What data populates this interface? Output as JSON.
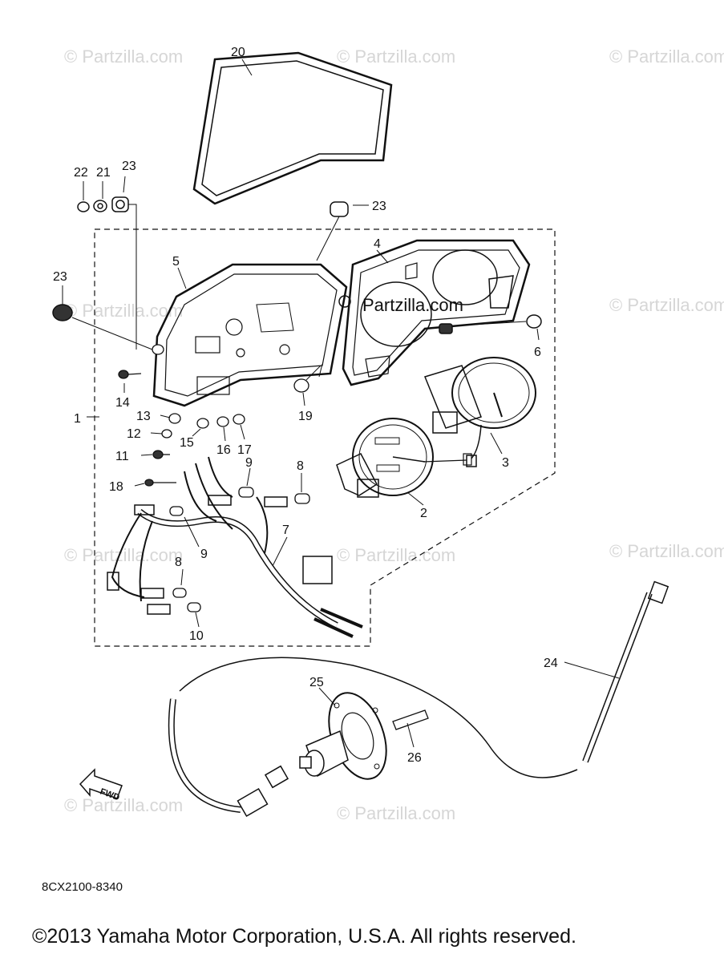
{
  "callouts": {
    "c1": "1",
    "c2": "2",
    "c3": "3",
    "c4": "4",
    "c5": "5",
    "c6": "6",
    "c7": "7",
    "c8a": "8",
    "c8b": "8",
    "c9a": "9",
    "c9b": "9",
    "c10": "10",
    "c11": "11",
    "c12": "12",
    "c13": "13",
    "c14": "14",
    "c15": "15",
    "c16": "16",
    "c17": "17",
    "c18": "18",
    "c19": "19",
    "c20": "20",
    "c21": "21",
    "c22": "22",
    "c23a": "23",
    "c23b": "23",
    "c23c": "23",
    "c24": "24",
    "c25": "25",
    "c26": "26"
  },
  "watermarks": {
    "w1": "© Partzilla.com",
    "w2": "© Partzilla.com",
    "w3": "© Partzilla.com",
    "w4": "© Partzilla.com",
    "w5": "© Partzilla.com",
    "w6": "© Partzilla.com",
    "w7": "© Partzilla.com",
    "w8": "© Partzilla.com",
    "w9": "© Partzilla.com",
    "w10": "© Partzilla.com",
    "center": "Partzilla.com"
  },
  "fwd_label": "FWD",
  "part_code": "8CX2100-8340",
  "copyright": "©2013 Yamaha Motor Corporation, U.S.A. All rights reserved."
}
